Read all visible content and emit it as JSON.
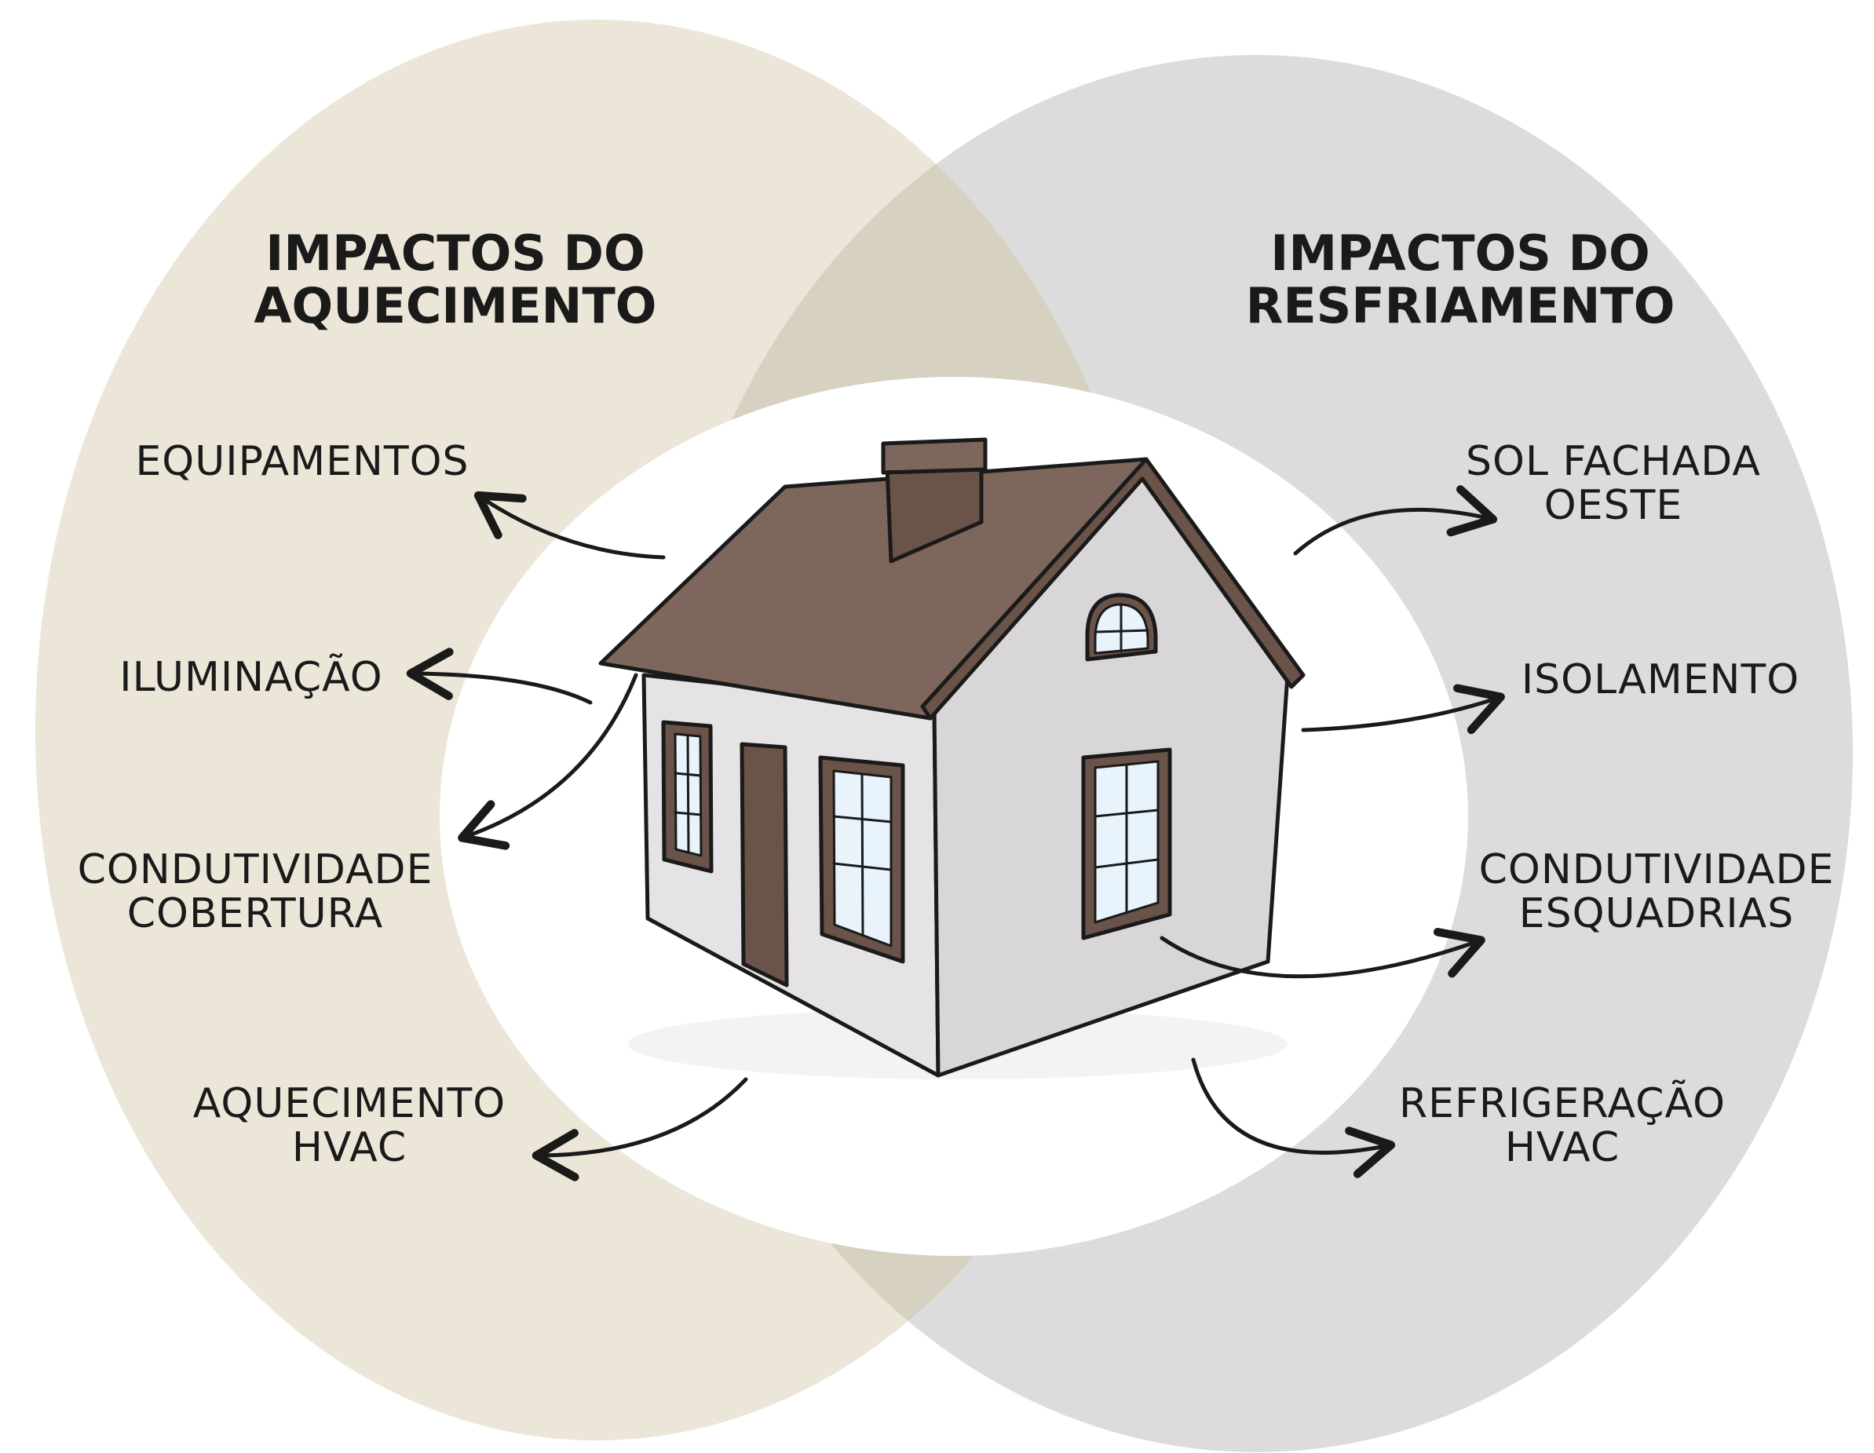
{
  "colors": {
    "heating_circle": "#ece6d9",
    "cooling_circle": "#dcdcdc",
    "overlap": "#d7d1c2",
    "roof": "#7d665c",
    "walls": "#e2dfe0",
    "trim": "#6a5348",
    "ink": "#1a1a1a"
  },
  "heating": {
    "title_line1": "IMPACTOS DO",
    "title_line2": "AQUECIMENTO",
    "items": [
      {
        "line1": "EQUIPAMENTOS",
        "line2": ""
      },
      {
        "line1": "ILUMINAÇÃO",
        "line2": ""
      },
      {
        "line1": "CONDUTIVIDADE",
        "line2": "COBERTURA"
      },
      {
        "line1": "AQUECIMENTO",
        "line2": "HVAC"
      }
    ]
  },
  "cooling": {
    "title_line1": "IMPACTOS DO",
    "title_line2": "RESFRIAMENTO",
    "items": [
      {
        "line1": "SOL FACHADA",
        "line2": "OESTE"
      },
      {
        "line1": "ISOLAMENTO",
        "line2": ""
      },
      {
        "line1": "CONDUTIVIDADE",
        "line2": "ESQUADRIAS"
      },
      {
        "line1": "REFRIGERAÇÃO",
        "line2": "HVAC"
      }
    ]
  },
  "illustration": {
    "subject": "house-sketch",
    "icons": [
      "house-icon",
      "arrow-icon"
    ]
  }
}
